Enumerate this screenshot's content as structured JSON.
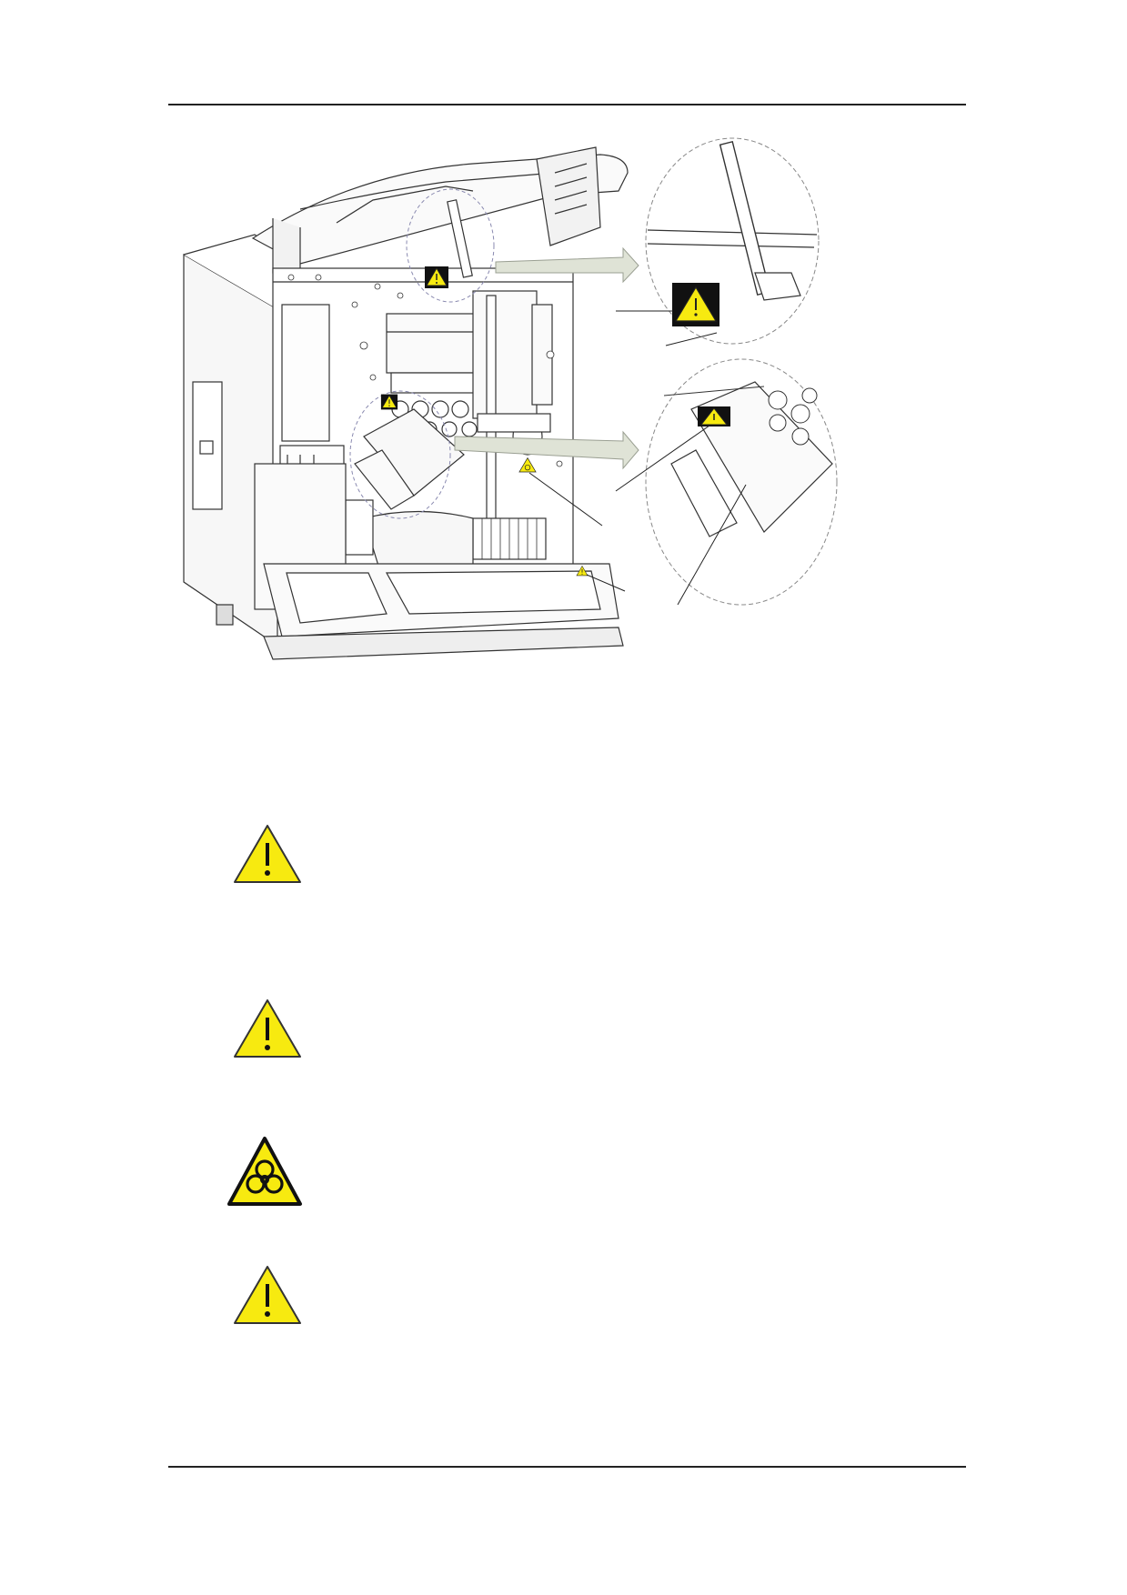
{
  "document": {
    "header_rule": true,
    "footer_rule": true
  },
  "figure": {
    "labels": [
      "warning-label",
      "warning-label",
      "biohazard-label",
      "warning-label"
    ],
    "arrow_color": "#dfe3d6"
  },
  "notices": [
    {
      "icon": "warning-triangle-icon",
      "text": ""
    },
    {
      "icon": "warning-triangle-icon",
      "text": ""
    },
    {
      "icon": "biohazard-icon",
      "text": ""
    },
    {
      "icon": "warning-triangle-icon",
      "text": ""
    }
  ],
  "colors": {
    "warning_yellow": "#f7ea10",
    "line": "#222222"
  }
}
